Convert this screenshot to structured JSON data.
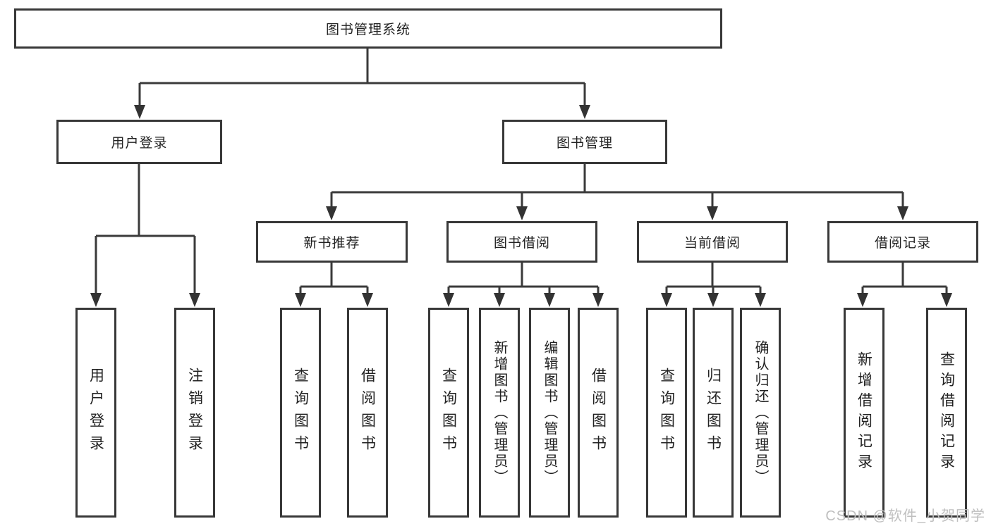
{
  "diagram": {
    "title": "图书管理系统",
    "watermark": "CSDN @软件_小贺同学",
    "colors": {
      "background": "#ffffff",
      "line": "#3a3a3a",
      "box_border": "#383838",
      "text": "#222222",
      "watermark_text": "#bfbfbf"
    },
    "nodes": [
      {
        "id": "root",
        "label": "图书管理系统",
        "level": 1,
        "parent": null
      },
      {
        "id": "user-login",
        "label": "用户登录",
        "level": 2,
        "parent": "root"
      },
      {
        "id": "book-mgmt",
        "label": "图书管理",
        "level": 2,
        "parent": "root"
      },
      {
        "id": "new-book-recommend",
        "label": "新书推荐",
        "level": 3,
        "parent": "book-mgmt"
      },
      {
        "id": "book-borrow",
        "label": "图书借阅",
        "level": 3,
        "parent": "book-mgmt"
      },
      {
        "id": "current-borrow",
        "label": "当前借阅",
        "level": 3,
        "parent": "book-mgmt"
      },
      {
        "id": "borrow-records",
        "label": "借阅记录",
        "level": 3,
        "parent": "book-mgmt"
      },
      {
        "id": "leaf-user-login",
        "label": "用户登录",
        "level": 4,
        "parent": "user-login"
      },
      {
        "id": "leaf-logout",
        "label": "注销登录",
        "level": 4,
        "parent": "user-login"
      },
      {
        "id": "leaf-query-books-rec",
        "label": "查询图书",
        "level": 4,
        "parent": "new-book-recommend"
      },
      {
        "id": "leaf-borrow-books-rec",
        "label": "借阅图书",
        "level": 4,
        "parent": "new-book-recommend"
      },
      {
        "id": "leaf-query-books-bor",
        "label": "查询图书",
        "level": 4,
        "parent": "book-borrow"
      },
      {
        "id": "leaf-add-books",
        "label": "新增图书（管理员）",
        "level": 4,
        "parent": "book-borrow"
      },
      {
        "id": "leaf-edit-books",
        "label": "编辑图书（管理员）",
        "level": 4,
        "parent": "book-borrow"
      },
      {
        "id": "leaf-borrow-books",
        "label": "借阅图书",
        "level": 4,
        "parent": "book-borrow"
      },
      {
        "id": "leaf-query-books-cur",
        "label": "查询图书",
        "level": 4,
        "parent": "current-borrow"
      },
      {
        "id": "leaf-return-books",
        "label": "归还图书",
        "level": 4,
        "parent": "current-borrow"
      },
      {
        "id": "leaf-confirm-return",
        "label": "确认归还（管理员）",
        "level": 4,
        "parent": "current-borrow"
      },
      {
        "id": "leaf-add-borrow-record",
        "label": "新增借阅记录",
        "level": 4,
        "parent": "borrow-records"
      },
      {
        "id": "leaf-query-borrow-record",
        "label": "查询借阅记录",
        "level": 4,
        "parent": "borrow-records"
      }
    ]
  }
}
